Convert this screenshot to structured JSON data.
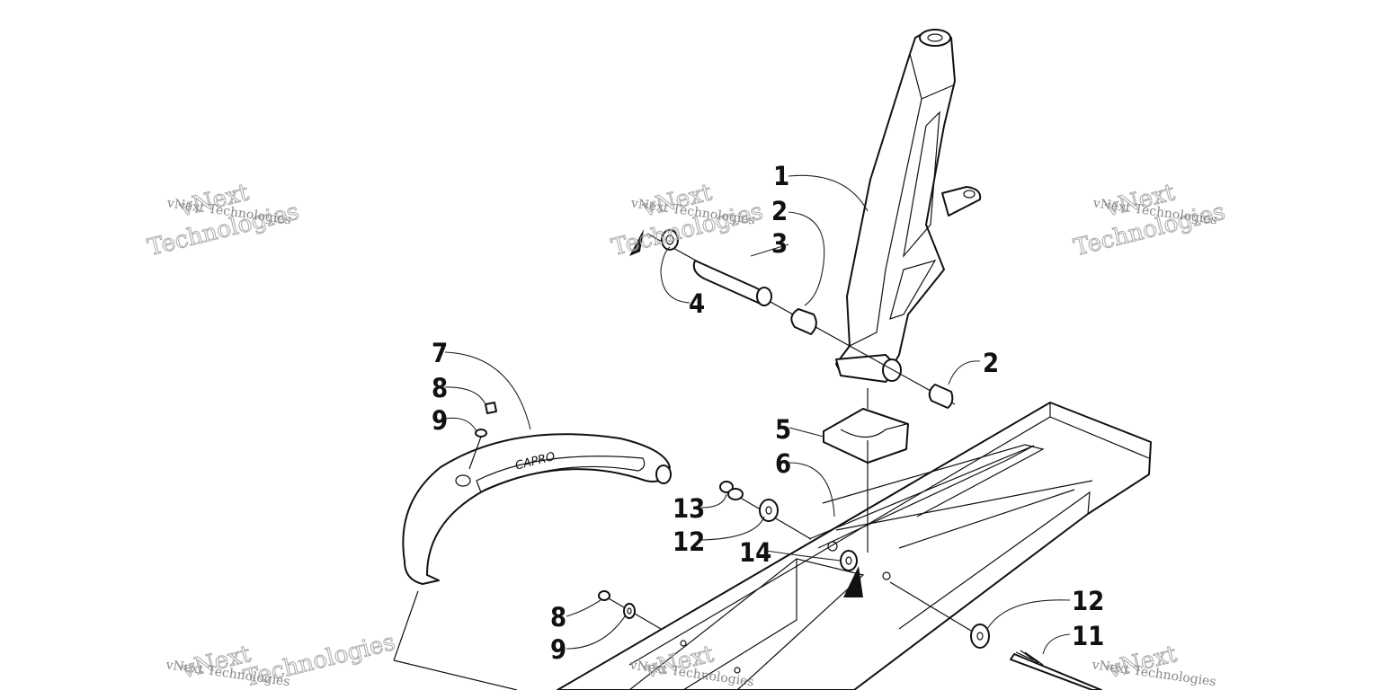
{
  "watermark": {
    "text": "vNext Technologies",
    "line1": "vNext",
    "line2": "Technologies"
  },
  "callouts": {
    "c1": "1",
    "c2a": "2",
    "c2b": "2",
    "c3": "3",
    "c4": "4",
    "c5": "5",
    "c6": "6",
    "c7": "7",
    "c8a": "8",
    "c8b": "8",
    "c9a": "9",
    "c9b": "9",
    "c11": "11",
    "c12a": "12",
    "c12b": "12",
    "c13": "13",
    "c14": "14"
  },
  "spindle_label": "CAPRO"
}
